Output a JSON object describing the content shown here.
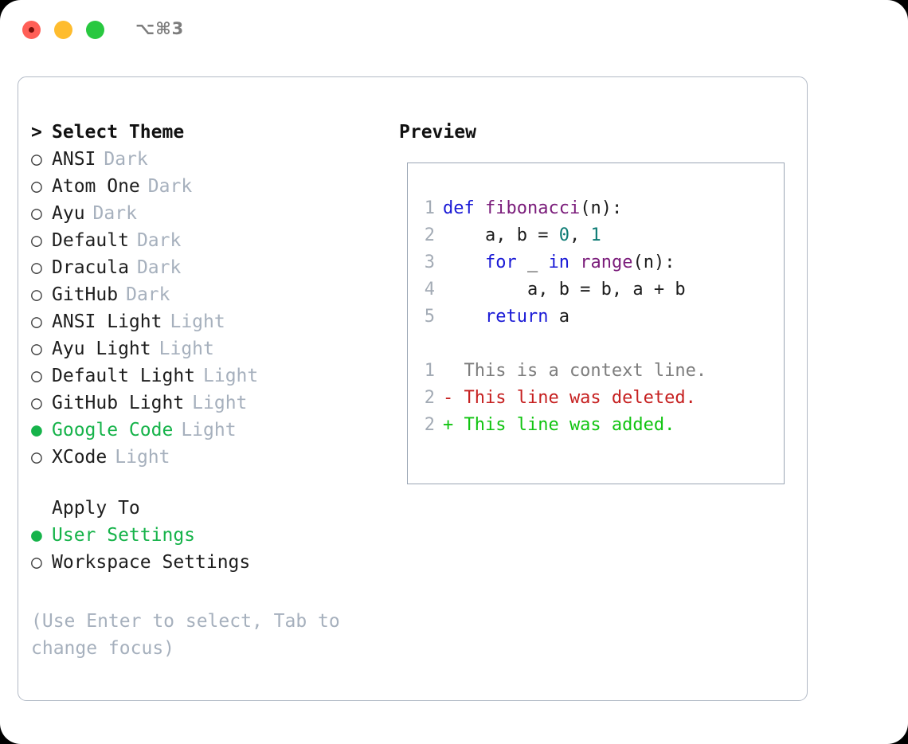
{
  "titlebar": {
    "shortcut": "⌥⌘3",
    "lights": [
      "close",
      "minimize",
      "maximize"
    ]
  },
  "theme_section": {
    "header": "Select Theme",
    "header_marker": ">",
    "marker_selected": "●",
    "marker_unselected": "○",
    "items": [
      {
        "label": "ANSI",
        "badge": "Dark",
        "selected": false
      },
      {
        "label": "Atom One",
        "badge": "Dark",
        "selected": false
      },
      {
        "label": "Ayu",
        "badge": "Dark",
        "selected": false
      },
      {
        "label": "Default",
        "badge": "Dark",
        "selected": false
      },
      {
        "label": "Dracula",
        "badge": "Dark",
        "selected": false
      },
      {
        "label": "GitHub",
        "badge": "Dark",
        "selected": false
      },
      {
        "label": "ANSI Light",
        "badge": "Light",
        "selected": false
      },
      {
        "label": "Ayu Light",
        "badge": "Light",
        "selected": false
      },
      {
        "label": "Default Light",
        "badge": "Light",
        "selected": false
      },
      {
        "label": "GitHub Light",
        "badge": "Light",
        "selected": false
      },
      {
        "label": "Google Code",
        "badge": "Light",
        "selected": true
      },
      {
        "label": "XCode",
        "badge": "Light",
        "selected": false
      }
    ]
  },
  "apply_section": {
    "header": "Apply To",
    "items": [
      {
        "label": "User Settings",
        "badge": "",
        "selected": true
      },
      {
        "label": "Workspace Settings",
        "badge": "",
        "selected": false
      }
    ]
  },
  "hint": "(Use Enter to select, Tab to change focus)",
  "preview": {
    "title": "Preview",
    "code_lines": [
      {
        "num": "1",
        "tokens": [
          {
            "t": "def ",
            "c": "kw"
          },
          {
            "t": "fibonacci",
            "c": "fn"
          },
          {
            "t": "(n):",
            "c": "plain-code"
          }
        ]
      },
      {
        "num": "2",
        "tokens": [
          {
            "t": "    a, b = ",
            "c": "plain-code"
          },
          {
            "t": "0",
            "c": "num"
          },
          {
            "t": ", ",
            "c": "plain-code"
          },
          {
            "t": "1",
            "c": "num"
          }
        ]
      },
      {
        "num": "3",
        "tokens": [
          {
            "t": "    ",
            "c": "plain-code"
          },
          {
            "t": "for",
            "c": "kw"
          },
          {
            "t": " _ ",
            "c": "plain-code"
          },
          {
            "t": "in",
            "c": "kw"
          },
          {
            "t": " ",
            "c": "plain-code"
          },
          {
            "t": "range",
            "c": "fn"
          },
          {
            "t": "(n):",
            "c": "plain-code"
          }
        ]
      },
      {
        "num": "4",
        "tokens": [
          {
            "t": "        a, b = b, a + b",
            "c": "plain-code"
          }
        ]
      },
      {
        "num": "5",
        "tokens": [
          {
            "t": "    ",
            "c": "plain-code"
          },
          {
            "t": "return",
            "c": "kw"
          },
          {
            "t": " a",
            "c": "plain-code"
          }
        ]
      }
    ],
    "diff_lines": [
      {
        "num": "1",
        "tokens": [
          {
            "t": "  This is a context line.",
            "c": "ctx"
          }
        ]
      },
      {
        "num": "2",
        "tokens": [
          {
            "t": "- This line was deleted.",
            "c": "del"
          }
        ]
      },
      {
        "num": "2",
        "tokens": [
          {
            "t": "+ This line was added.",
            "c": "add"
          }
        ]
      }
    ]
  },
  "colors": {
    "accent_green": "#16b34a",
    "badge_gray": "#a6b0bd",
    "border": "#b2bac6",
    "preview_border": "#9aa5b4",
    "keyword": "#1a1ad6",
    "function": "#7b1d7b",
    "number": "#0c7b74",
    "diff_deleted": "#c62020",
    "diff_added": "#11c411",
    "light_red": "#ff5f57",
    "light_yellow": "#febc2e",
    "light_green": "#28c840"
  }
}
